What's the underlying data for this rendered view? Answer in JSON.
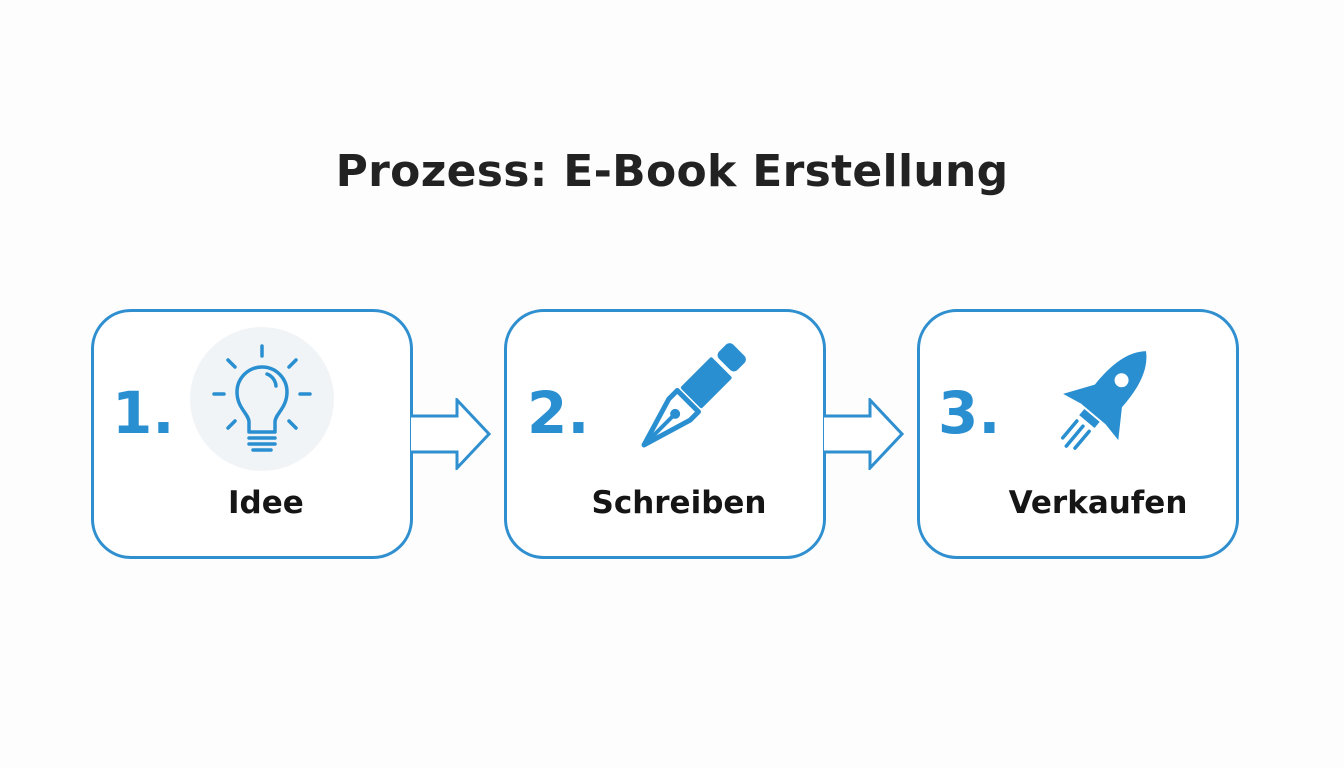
{
  "title": "Prozess: E-Book Erstellung",
  "colors": {
    "accent": "#2f8fcf",
    "text": "#222222"
  },
  "steps": [
    {
      "number": "1.",
      "label": "Idee",
      "icon": "lightbulb-icon"
    },
    {
      "number": "2.",
      "label": "Schreiben",
      "icon": "fountain-pen-icon"
    },
    {
      "number": "3.",
      "label": "Verkaufen",
      "icon": "rocket-icon"
    }
  ]
}
